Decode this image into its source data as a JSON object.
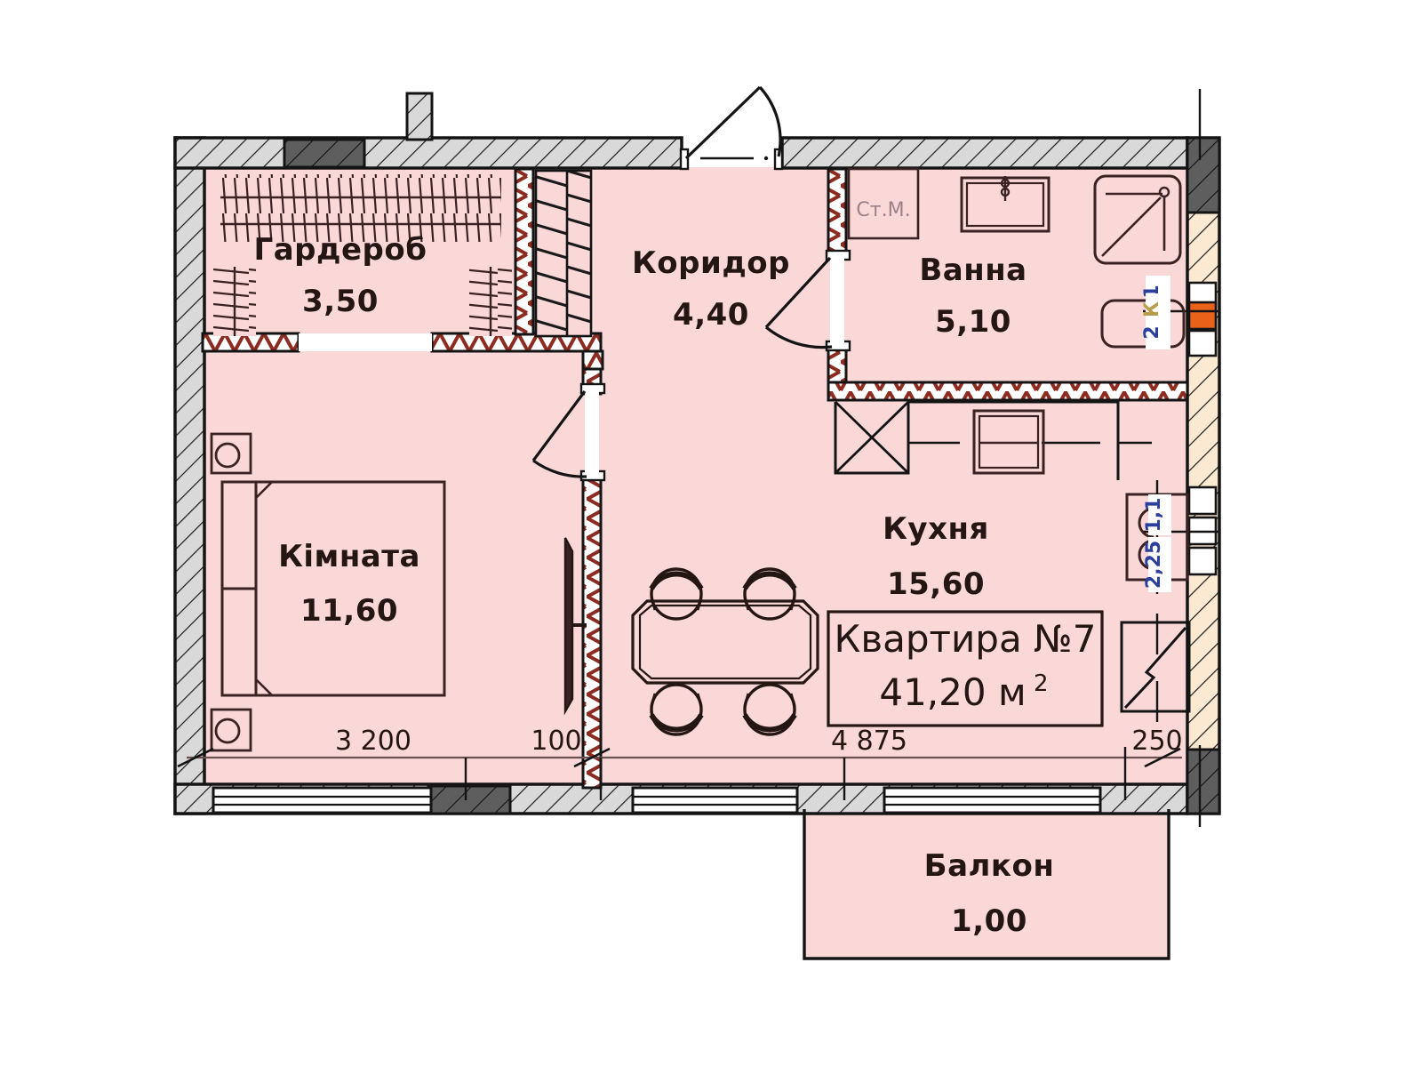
{
  "plan": {
    "title": "Квартира №7",
    "total_area": "41,20 м",
    "area_unit_sup": "2",
    "unit_code_parts": [
      "1",
      "К",
      "2"
    ],
    "unit_code": "1К-2"
  },
  "colors": {
    "room_fill": "#fad8d8",
    "wall_gray": "#d8d8d8",
    "wall_outline": "#141414",
    "insulation_beige": "#fae8cf",
    "partition_red": "#8c2b20",
    "accent_orange": "#e8621a",
    "dark_block": "#5c5c5c",
    "text_dark": "#241613",
    "text_gray": "#9c8288",
    "dim_blue": "#2b3f9e",
    "dim_gold": "#b99d4a"
  },
  "rooms": [
    {
      "key": "wardrobe",
      "name": "Гардероб",
      "area": "3,50"
    },
    {
      "key": "corridor",
      "name": "Коридор",
      "area": "4,40"
    },
    {
      "key": "bathroom",
      "name": "Ванна",
      "area": "5,10"
    },
    {
      "key": "bedroom",
      "name": "Кімната",
      "area": "11,60"
    },
    {
      "key": "kitchen",
      "name": "Кухня",
      "area": "15,60"
    },
    {
      "key": "balcony",
      "name": "Балкон",
      "area": "1,00"
    }
  ],
  "annotations": {
    "washing_machine": "Ст.М."
  },
  "dimensions": {
    "bottom": [
      {
        "key": "bedroom_width",
        "value": "3 200"
      },
      {
        "key": "partition",
        "value": "100"
      },
      {
        "key": "kitchen_width",
        "value": "4 875"
      },
      {
        "key": "right_wall",
        "value": "250"
      }
    ],
    "right_vertical": [
      {
        "key": "window_h_upper",
        "value": "1,1"
      },
      {
        "key": "window_h_lower",
        "value": "2,25"
      }
    ]
  }
}
